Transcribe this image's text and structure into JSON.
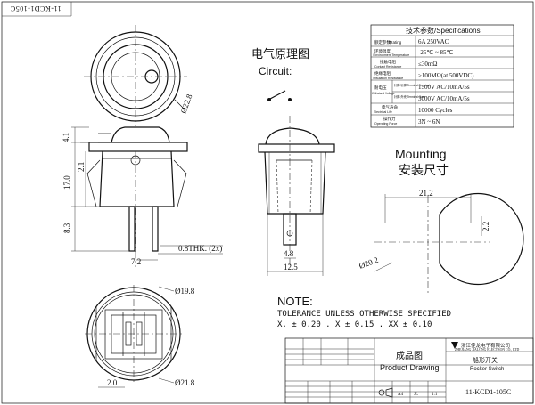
{
  "drawing": {
    "top_left_code": "11-KCD1-105C",
    "circuit": {
      "title_cn": "电气原理图",
      "title_en": "Circuit:"
    },
    "mounting": {
      "title_en": "Mounting",
      "title_cn": "安装尺寸",
      "dim_width": "21.2",
      "dim_flat": "2.2",
      "dim_dia": "Ø20.2"
    },
    "dimensions": {
      "front_dia": "Ø22.8",
      "side_h1": "4.1",
      "side_h2": "2.1",
      "side_h3": "17.0",
      "side_h4": "8.3",
      "side_w1": "7.2",
      "thk": "0.8THK. (2x)",
      "section_w1": "4.8",
      "section_w2": "12.5",
      "bottom_dia1": "Ø19.8",
      "bottom_dia2": "Ø21.8",
      "bottom_w": "2.0"
    },
    "note": {
      "title": "NOTE:",
      "line1": "TOLERANCE UNLESS OTHERWISE SPECIFIED",
      "line2": "X. ± 0.20     . X ± 0.15     . XX ± 0.10"
    },
    "spec_table": {
      "header": "技术参数/Specifications",
      "rows": [
        {
          "label_cn": "额定参数",
          "label_en": "/Rating",
          "value": "6A 250VAC"
        },
        {
          "label_cn": "环境温度",
          "label_en": "/Environment Temperature",
          "value": "-25℃ ~ 85℃"
        },
        {
          "label_cn": "接触电阻",
          "label_en": "Contact Resistance",
          "value": "≤30mΩ"
        },
        {
          "label_cn": "绝缘电阻",
          "label_en": "/Insulation Resistance",
          "value": "≥100MΩ(at 500VDC)"
        },
        {
          "label_cn": "耐电压",
          "label_en": "Withstand Voltage",
          "sub": "针脚-针脚 Terminal-Terminal",
          "value": "1500V AC/10mA/5s"
        },
        {
          "label_cn": "",
          "label_en": "",
          "sub": "针脚-外壳 Terminal-Case",
          "value": "3000V AC/10mA/5s"
        },
        {
          "label_cn": "电气寿命",
          "label_en": "Electrical Life",
          "value": "10000 Cycles"
        },
        {
          "label_cn": "操作力",
          "label_en": "Operating Force",
          "value": "3N ~ 6N"
        }
      ]
    },
    "title_block": {
      "drawing_type_cn": "成品图",
      "drawing_type_en": "Product Drawing",
      "company_cn": "浙江佳龙电子有限公司",
      "company_en": "ZHEJIANG JIALONG ELECTRON CO., LTD",
      "product_cn": "船形开关",
      "product_en": "Rocker Switch",
      "code": "11-KCD1-105C",
      "scale": "1:1",
      "small_a": "A4",
      "small_b": "JL",
      "small_c": "1:1"
    }
  }
}
